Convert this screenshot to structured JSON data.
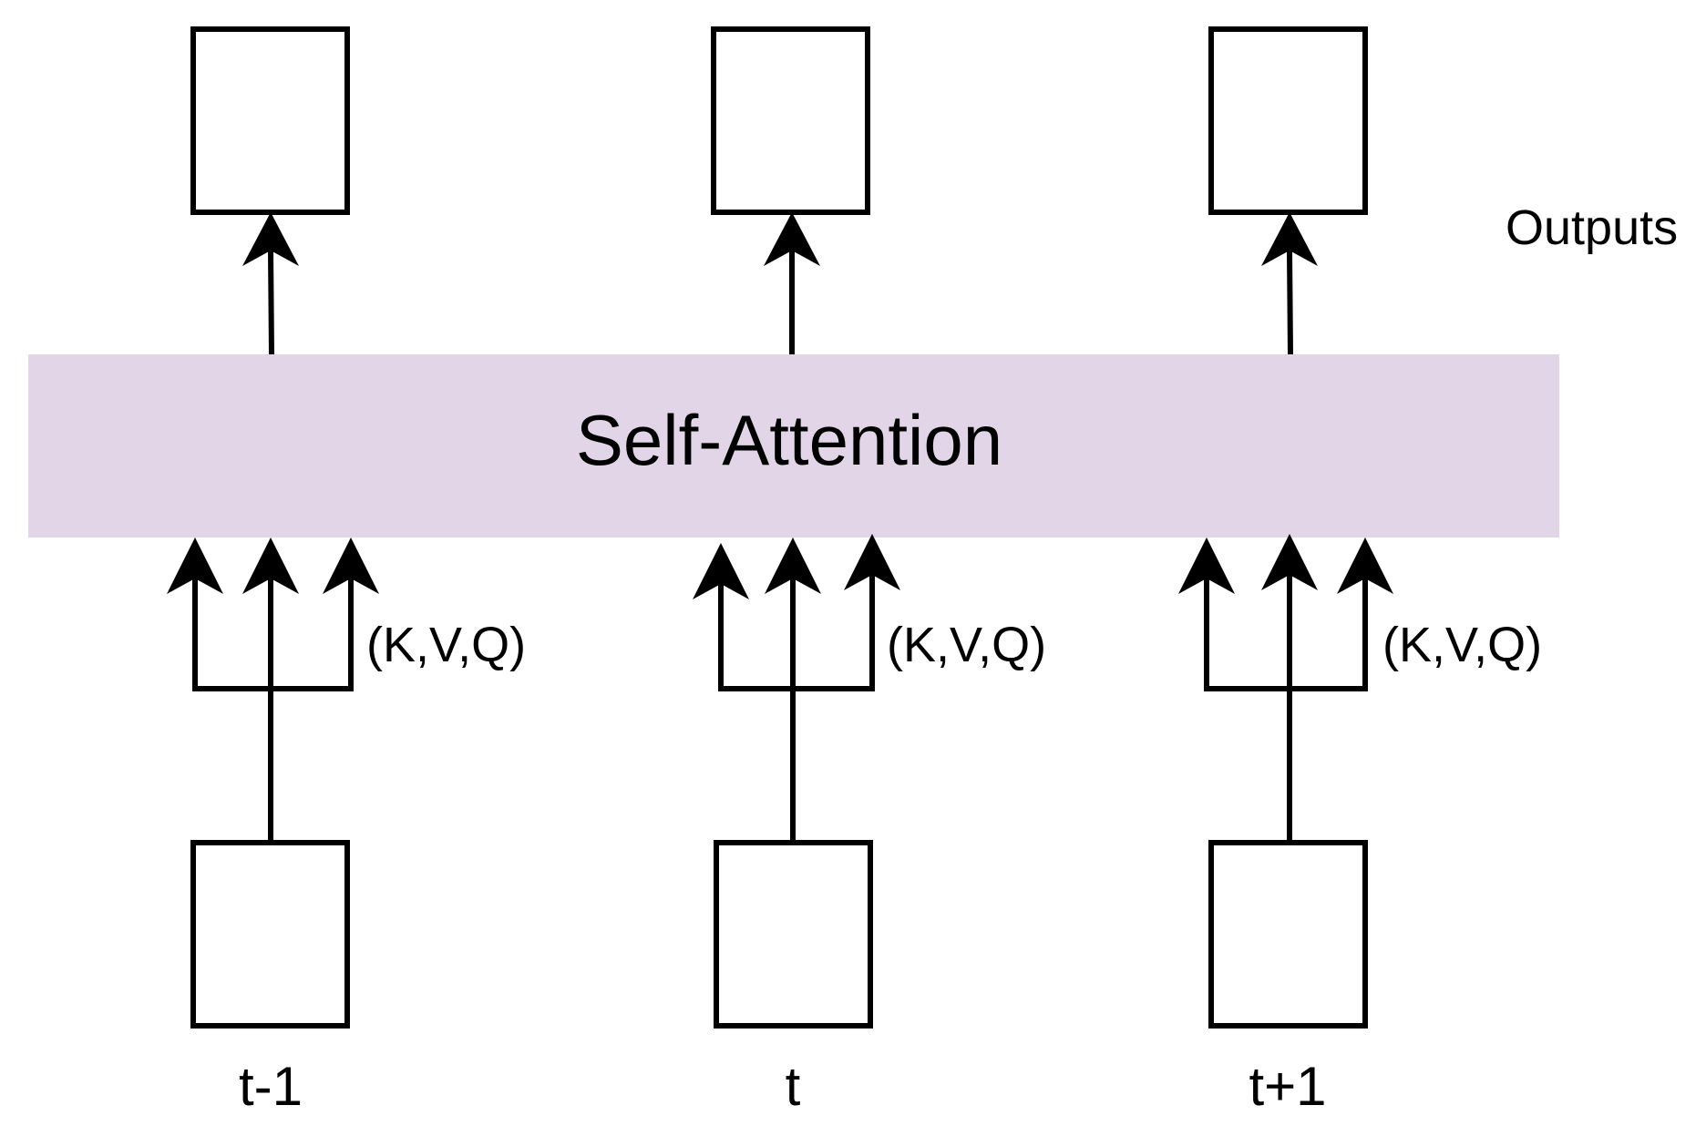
{
  "outputs_label": "Outputs",
  "attention_block": {
    "label": "Self-Attention",
    "fill": "#e1d5e7"
  },
  "columns": [
    {
      "time_label": "t-1",
      "kvq_label": "(K,V,Q)"
    },
    {
      "time_label": "t",
      "kvq_label": "(K,V,Q)"
    },
    {
      "time_label": "t+1",
      "kvq_label": "(K,V,Q)"
    }
  ],
  "colors": {
    "stroke": "#000000",
    "background": "#ffffff"
  }
}
